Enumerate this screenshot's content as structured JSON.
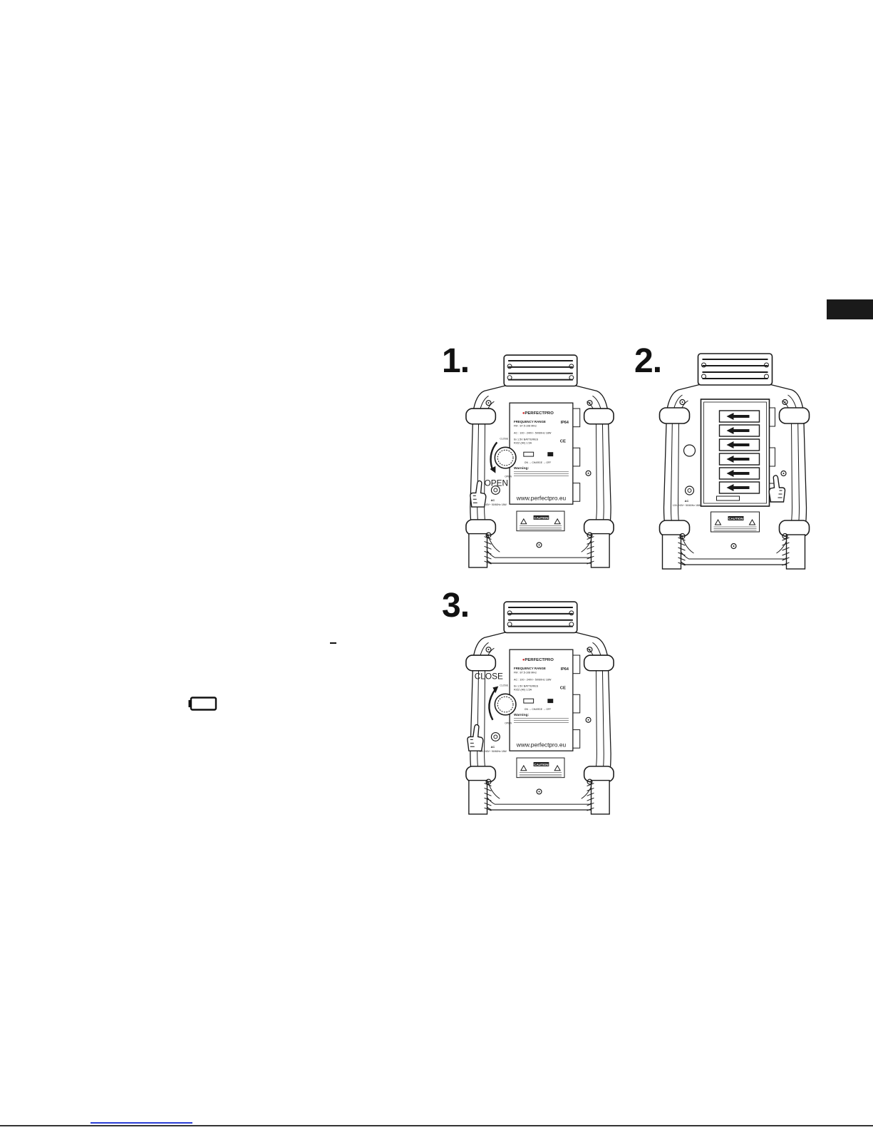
{
  "steps": [
    {
      "number": "1.",
      "instruction": "OPEN"
    },
    {
      "number": "2.",
      "instruction": ""
    },
    {
      "number": "3.",
      "instruction": "CLOSE"
    }
  ],
  "device_label": {
    "brand": "PERFECTPRO",
    "frequency_title": "FREQUENCY RANGE",
    "frequency_value": "FM : 87.5-108 MHz",
    "rating": "IP64",
    "ac_spec": "AC : 100 - 240V~ 50/60Hz 18W",
    "battery_spec": "6x 1.5V BATTERIES",
    "battery_spec_2": "R/ZZ (Ah) 1.5A",
    "warning": "Warning:",
    "switch_line": "ON → CHARGE → OFF",
    "website": "www.perfectpro.eu",
    "caution": "CAUTION",
    "close_mark": "CLOSE",
    "open_mark": "OPEN",
    "ac_in": "AC",
    "ac_in_spec": "100-240V~ 50/60Hz 18W"
  },
  "colors": {
    "line": "#1a1a1a",
    "brand_red": "#d11f1f",
    "tab": "#1a1a1a",
    "link": "#2b3fd6"
  }
}
